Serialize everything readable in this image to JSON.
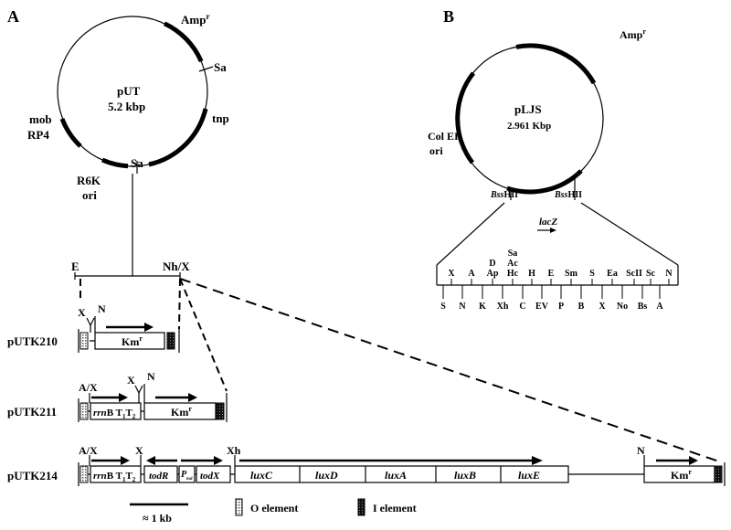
{
  "panel_a": {
    "letter": "A",
    "plasmid": {
      "name": "pUT",
      "size": "5.2 kbp",
      "amp_label": "Amp",
      "amp_sup": "r",
      "sa_right": "Sa",
      "tnp": "tnp",
      "mob_line1": "mob",
      "mob_line2": "RP4",
      "r6k_line1": "R6K",
      "r6k_line2": "ori",
      "sa_bottom": "Sa"
    },
    "insert": {
      "left_site": "E",
      "right_site": "Nh/X"
    },
    "constructs": [
      {
        "name": "pUTK210",
        "sites": [
          "X",
          "N"
        ],
        "km_label": "Km",
        "km_sup": "r"
      },
      {
        "name": "pUTK211",
        "sites": [
          "A/X",
          "X",
          "N"
        ],
        "rrnb": "rrn",
        "rrnb_b": "B",
        "t1t2": "T",
        "t1_sub": "1",
        "t2_sub": "2",
        "km_label": "Km",
        "km_sup": "r"
      },
      {
        "name": "pUTK214",
        "sites": [
          "A/X",
          "X",
          "Xh",
          "N"
        ],
        "rrnb": "rrn",
        "rrnb_b": "B",
        "t1t2": "T",
        "t1_sub": "1",
        "t2_sub": "2",
        "genes": [
          "todR",
          "P",
          "tod",
          "todX",
          "luxC",
          "luxD",
          "luxA",
          "luxB",
          "luxE"
        ],
        "km_label": "Km",
        "km_sup": "r"
      }
    ],
    "legend": {
      "scale": "≈ 1 kb",
      "o_element": "O element",
      "i_element": "I element"
    }
  },
  "panel_b": {
    "letter": "B",
    "plasmid": {
      "name": "pLJS",
      "size": "2.961 Kbp",
      "amp_label": "Amp",
      "amp_sup": "r",
      "colei_line1": "Col EI",
      "colei_line2": "ori",
      "bss1_a": "Bss",
      "bss1_b": "HII",
      "bss2_a": "Bss",
      "bss2_b": "HII",
      "lacz": "lacZ"
    },
    "mcs_top": [
      "X",
      "A",
      "D",
      "Ap",
      "Sa",
      "Ac",
      "Hc",
      "H",
      "E",
      "Sm",
      "S",
      "Ea",
      "ScII",
      "Sc",
      "N"
    ],
    "mcs_bottom": [
      "S",
      "N",
      "K",
      "Xh",
      "C",
      "EV",
      "P",
      "B",
      "X",
      "No",
      "Bs",
      "A"
    ]
  },
  "colors": {
    "ink": "#000000",
    "o_element_fill": "#bbbbbb",
    "i_element_fill": "#222222"
  }
}
